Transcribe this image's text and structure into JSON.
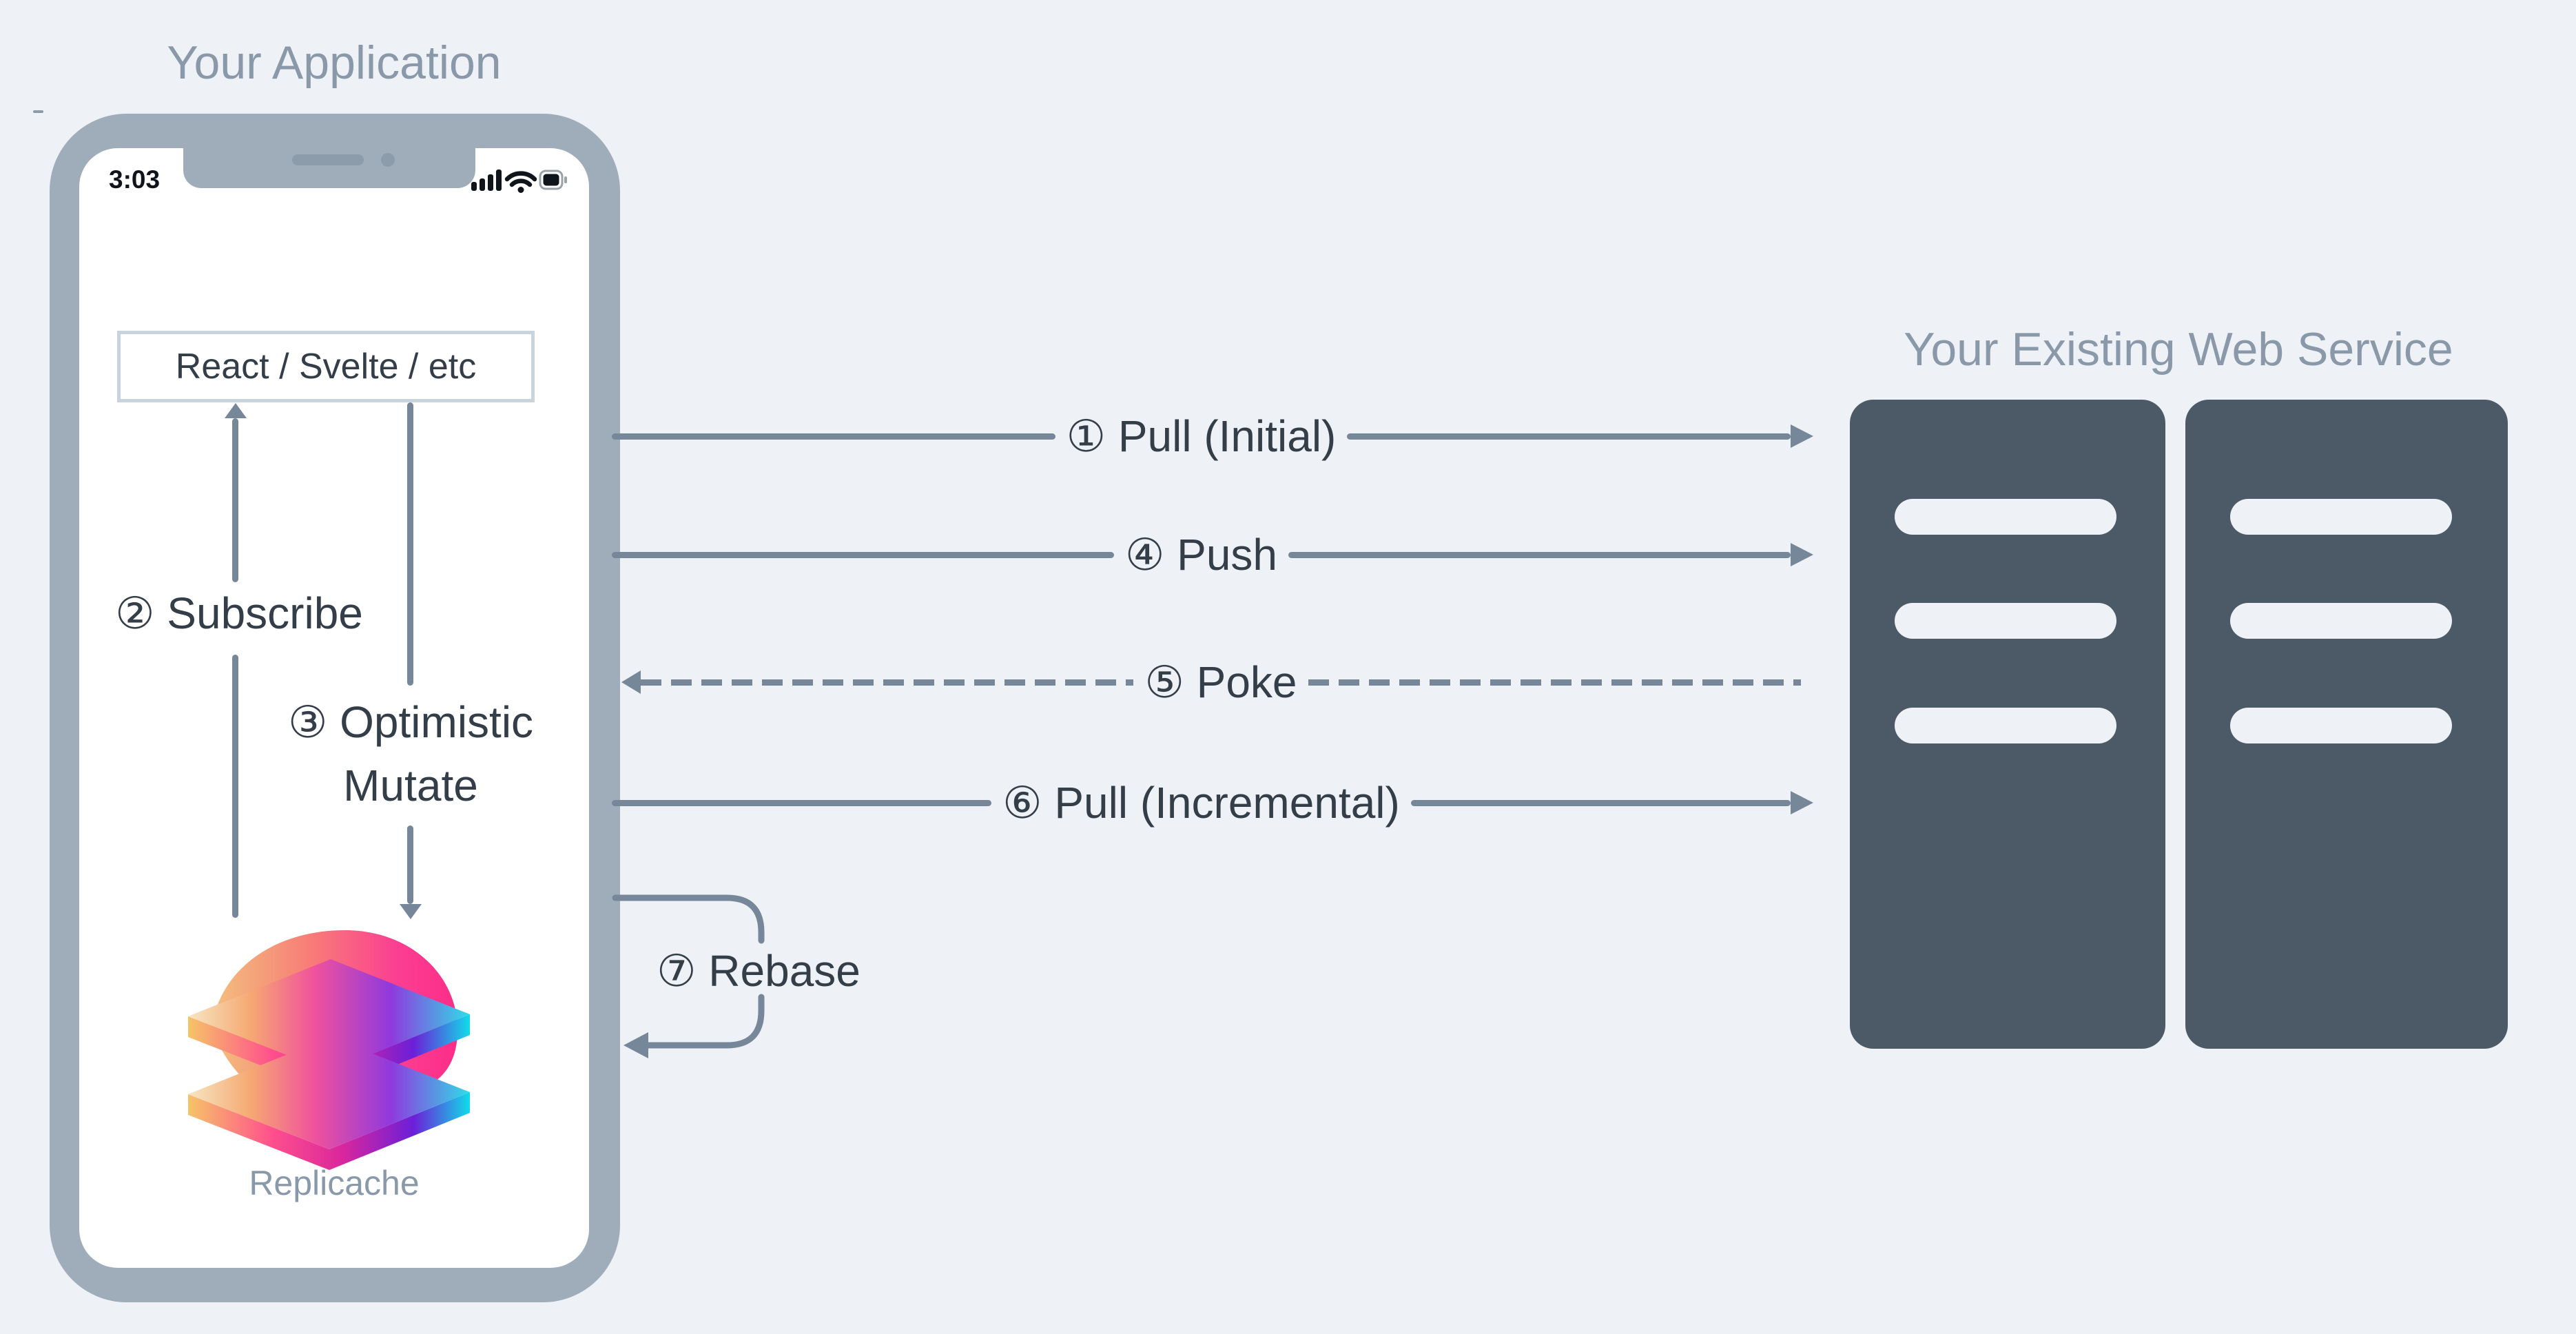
{
  "app": {
    "title": "Your Application",
    "status_time": "3:03",
    "framework_box": "React / Svelte / etc",
    "subscribe_label": "② Subscribe",
    "mutate_label_line1": "③ Optimistic",
    "mutate_label_line2": "Mutate",
    "logo_caption": "Replicache"
  },
  "flows": [
    {
      "id": "pull-initial",
      "label": "① Pull (Initial)",
      "line": "solid",
      "direction": "right"
    },
    {
      "id": "push",
      "label": "④ Push",
      "line": "solid",
      "direction": "right"
    },
    {
      "id": "poke",
      "label": "⑤ Poke",
      "line": "dashed",
      "direction": "left"
    },
    {
      "id": "pull-incremental",
      "label": "⑥ Pull (Incremental)",
      "line": "solid",
      "direction": "right"
    }
  ],
  "rebase": {
    "label": "⑦ Rebase"
  },
  "service": {
    "title": "Your Existing Web Service",
    "servers": 2,
    "slots_per_server": 3
  },
  "icons": {
    "cellular": "cellular-signal-icon",
    "wifi": "wifi-icon",
    "battery": "battery-icon",
    "replicache_logo": "replicache-logo"
  },
  "colors": {
    "bg": "#eef1f5",
    "bezel": "#9fadbb",
    "accessory": "#8d9cab",
    "arrow": "#76879a",
    "label": "#333e49",
    "muted": "#8a99a9",
    "rack": "#4c5a68",
    "pill": "#eef2f6",
    "box_border": "#c8d4dd",
    "status": "#10151b",
    "battery_shell": "#9aa2ab",
    "logo_palette": [
      "#f6e6c4",
      "#f6a972",
      "#f0519c",
      "#8f39de",
      "#2fdde8",
      "#f6c468",
      "#ff4f8d",
      "#6c1fd8",
      "#10dcea",
      "#f3c07e",
      "#fb3f92"
    ]
  }
}
